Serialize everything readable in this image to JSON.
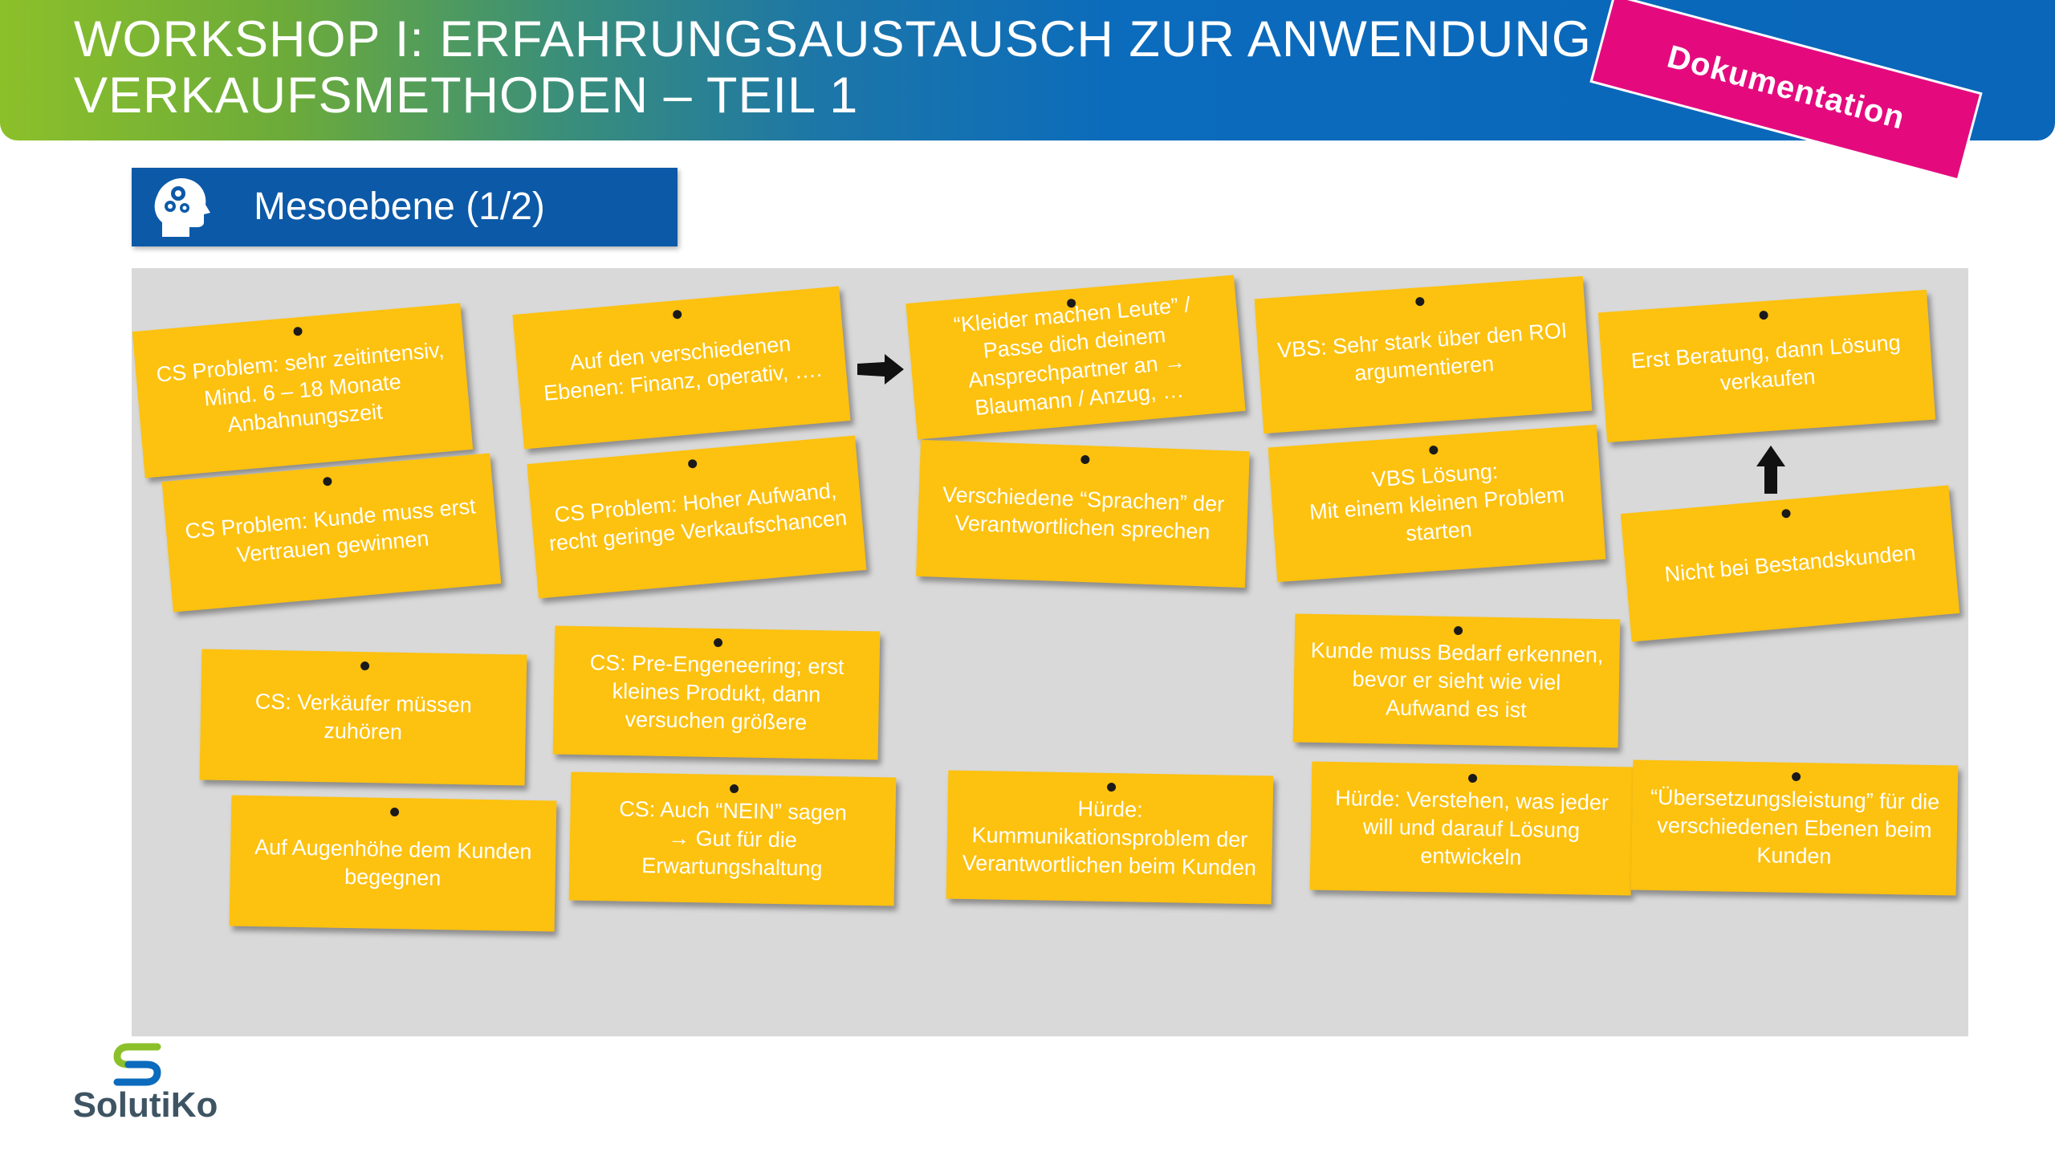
{
  "header": {
    "title": "WORKSHOP I: ERFAHRUNGSAUSTAUSCH ZUR ANWENDUNG VON\nVERKAUFSMETHODEN – TEIL 1",
    "stamp": "Dokumentation"
  },
  "section": {
    "label": "Mesoebene (1/2)",
    "icon": "head-gears-icon"
  },
  "notes": [
    {
      "text": "CS Problem: sehr zeitintensiv, Mind. 6 – 18 Monate Anbahnungszeit"
    },
    {
      "text": "CS Problem: Kunde muss erst Vertrauen gewinnen"
    },
    {
      "text": "CS: Verkäufer müssen zuhören"
    },
    {
      "text": "Auf Augenhöhe dem Kunden begegnen"
    },
    {
      "text": "Auf den verschiedenen Ebenen: Finanz, operativ, …."
    },
    {
      "text": "CS Problem: Hoher Aufwand, recht geringe Verkaufschancen"
    },
    {
      "text": "CS: Pre-Engeneering; erst kleines Produkt, dann versuchen größere"
    },
    {
      "text": "CS: Auch “NEIN” sagen\n→ Gut für die Erwartungshaltung"
    },
    {
      "text": "“Kleider machen Leute” / Passe dich deinem Ansprechpartner an → Blaumann / Anzug, …"
    },
    {
      "text": "Verschiedene “Sprachen” der Verantwortlichen sprechen"
    },
    {
      "text": "Hürde:\nKummunikationsproblem der Verantwortlichen beim Kunden"
    },
    {
      "text": "VBS: Sehr stark über den ROI argumentieren"
    },
    {
      "text": "VBS Lösung:\nMit einem kleinen Problem starten"
    },
    {
      "text": "Kunde muss Bedarf erkennen, bevor er sieht wie viel Aufwand es ist"
    },
    {
      "text": "Hürde: Verstehen, was jeder will und darauf Lösung entwickeln"
    },
    {
      "text": "Erst Beratung, dann Lösung verkaufen"
    },
    {
      "text": "Nicht bei Bestandskunden"
    },
    {
      "text": "“Übersetzungsleistung” für die verschiedenen Ebenen beim Kunden"
    }
  ],
  "logo": {
    "text": "SolutiKo",
    "icon": "solutiko-s-logo-icon"
  },
  "colors": {
    "note": "#fdc10f",
    "stamp": "#e40a7e",
    "section": "#0c59a8",
    "board": "#d9d9d9"
  }
}
